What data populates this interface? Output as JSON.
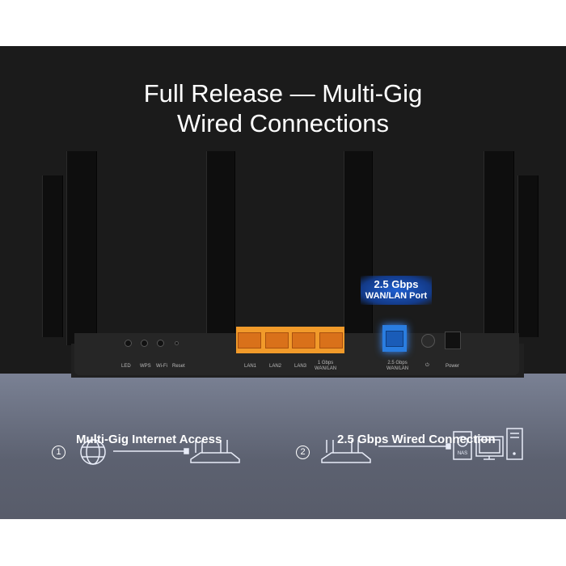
{
  "title": {
    "line1": "Full Release  — Multi-Gig",
    "line2": "Wired Connections"
  },
  "callout": {
    "speed": "2.5 Gbps",
    "port": "WAN/LAN Port"
  },
  "ports": {
    "led": "LED",
    "wps": "WPS",
    "wifi": "Wi-Fi",
    "reset": "Reset",
    "lan1": "LAN1",
    "lan2": "LAN2",
    "lan3": "LAN3",
    "wan1_a": "1 Gbps",
    "wan1_b": "WAN/LAN",
    "wan25_a": "2.5 Gbps",
    "wan25_b": "WAN/LAN",
    "power_symbol": "⏻",
    "power": "Power"
  },
  "features": [
    {
      "number": "1",
      "caption": "Multi-Gig Internet Access"
    },
    {
      "number": "2",
      "caption": "2.5 Gbps Wired Connection"
    }
  ],
  "icons": {
    "nas": "NAS"
  },
  "colors": {
    "lan_orange": "#f19a2a",
    "wan_blue": "#2a7de0",
    "background": "#1b1b1b"
  }
}
